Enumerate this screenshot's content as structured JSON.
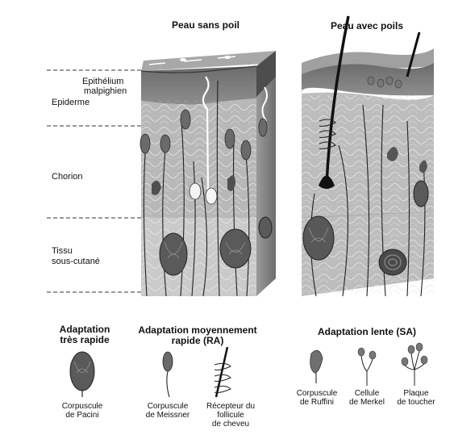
{
  "panels": {
    "left_title": "Peau sans poil",
    "right_title": "Peau avec poils"
  },
  "layers": {
    "epithelium": "Epithélium",
    "malpighien": "malpighien",
    "epiderme": "Epiderme",
    "chorion": "Chorion",
    "tissu": "Tissu",
    "sous_cutane": "sous-cutané"
  },
  "legend": {
    "groups": [
      {
        "line1": "Adaptation",
        "line2": "très rapide"
      },
      {
        "line1": "Adaptation moyennement",
        "line2": "rapide (RA)"
      },
      {
        "line1": "Adaptation lente (SA)",
        "line2": ""
      }
    ],
    "receptors": [
      {
        "line1": "Corpuscule",
        "line2": "de Pacini",
        "line3": ""
      },
      {
        "line1": "Corpuscule",
        "line2": "de Meissner",
        "line3": ""
      },
      {
        "line1": "Récepteur du",
        "line2": "follicule",
        "line3": "de cheveu"
      },
      {
        "line1": "Corpuscule",
        "line2": "de Ruffini",
        "line3": ""
      },
      {
        "line1": "Cellule",
        "line2": "de Merkel",
        "line3": ""
      },
      {
        "line1": "Plaque",
        "line2": "de toucher",
        "line3": ""
      }
    ]
  },
  "colors": {
    "epidermis": "#5e5e5e",
    "epidermis_light": "#8c8c8c",
    "dermis": "#b9b9b9",
    "subcutis": "#cdcdcd",
    "receptor": "#5a5a5a",
    "nerve": "#222222"
  }
}
